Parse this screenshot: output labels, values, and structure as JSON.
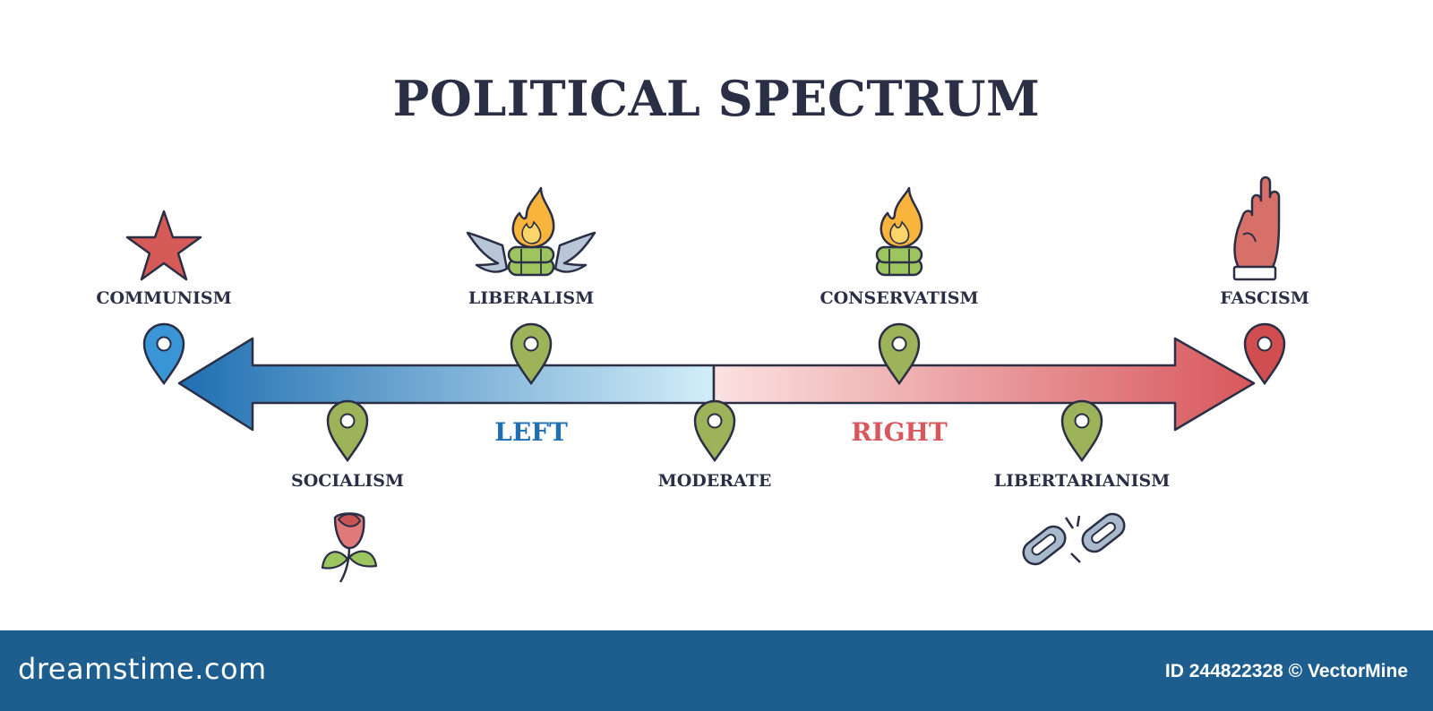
{
  "title": "POLITICAL SPECTRUM",
  "axis": {
    "left_label": "LEFT",
    "right_label": "RIGHT"
  },
  "ideologies": {
    "communism": "COMMUNISM",
    "liberalism": "LIBERALISM",
    "conservatism": "CONSERVATISM",
    "fascism": "FASCISM",
    "socialism": "SOCIALISM",
    "moderate": "MODERATE",
    "libertarianism": "LIBERTARIANISM"
  },
  "icons": {
    "communism": "star-icon",
    "liberalism": "winged-flame-icon",
    "conservatism": "flame-icon",
    "fascism": "raised-hand-icon",
    "socialism": "rose-icon",
    "libertarianism": "broken-chain-icon"
  },
  "colors": {
    "left": "#1f6fb2",
    "right": "#d8575c",
    "pin_blue": "#3a95d6",
    "pin_green": "#9cb35a",
    "pin_red": "#d04e50",
    "title": "#2b2f45",
    "footer": "#1d5e8e"
  },
  "footer": {
    "brand": "dreamstime.com",
    "credit": "ID 244822328 © VectorMine"
  }
}
